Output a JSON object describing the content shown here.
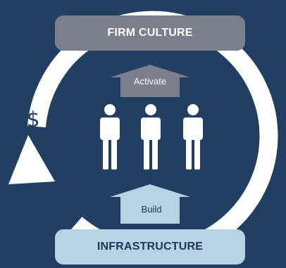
{
  "diagram": {
    "top_box": {
      "label": "FIRM CULTURE"
    },
    "bottom_box": {
      "label": "INFRASTRUCTURE"
    },
    "activate_arrow": {
      "label": "Activate"
    },
    "build_arrow": {
      "label": "Build"
    },
    "cycle": {
      "symbol": "$"
    },
    "people": {
      "count": 3,
      "icon": "person-icon"
    }
  },
  "colors": {
    "background": "#213f63",
    "top_box": "#7a7f8c",
    "bottom_box": "#b6d3e6",
    "activate_arrow": "#7a7f8c",
    "build_arrow": "#b6d3e6",
    "ring": "#ffffff",
    "people": "#ffffff"
  }
}
